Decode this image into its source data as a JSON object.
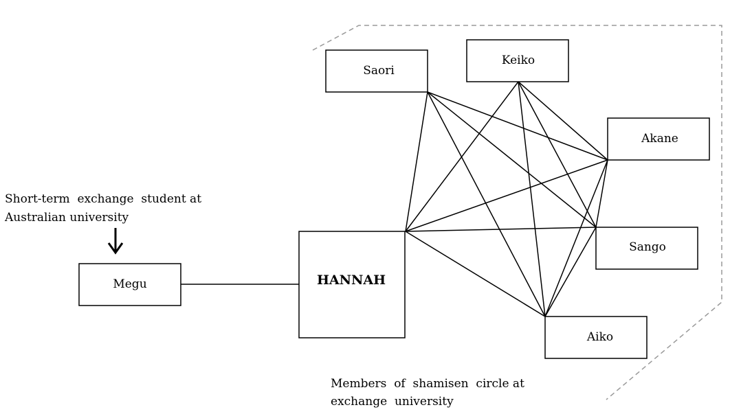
{
  "nodes": {
    "hannah": "HANNAH",
    "megu": "Megu",
    "saori": "Saori",
    "keiko": "Keiko",
    "akane": "Akane",
    "sango": "Sango",
    "aiko": "Aiko"
  },
  "annotations": {
    "exchange_student": [
      "Short-term  exchange  student at",
      "Australian university"
    ],
    "shamisen_circle": [
      "Members  of  shamisen  circle at",
      "exchange  university"
    ]
  },
  "edges": [
    [
      "megu",
      "hannah"
    ],
    [
      "hannah",
      "saori"
    ],
    [
      "hannah",
      "keiko"
    ],
    [
      "hannah",
      "akane"
    ],
    [
      "hannah",
      "sango"
    ],
    [
      "hannah",
      "aiko"
    ],
    [
      "saori",
      "akane"
    ],
    [
      "saori",
      "sango"
    ],
    [
      "saori",
      "aiko"
    ],
    [
      "keiko",
      "akane"
    ],
    [
      "keiko",
      "sango"
    ],
    [
      "keiko",
      "aiko"
    ],
    [
      "akane",
      "sango"
    ],
    [
      "akane",
      "aiko"
    ],
    [
      "sango",
      "aiko"
    ]
  ],
  "colors": {
    "stroke": "#000000",
    "boundary": "#999999",
    "background": "#ffffff"
  }
}
